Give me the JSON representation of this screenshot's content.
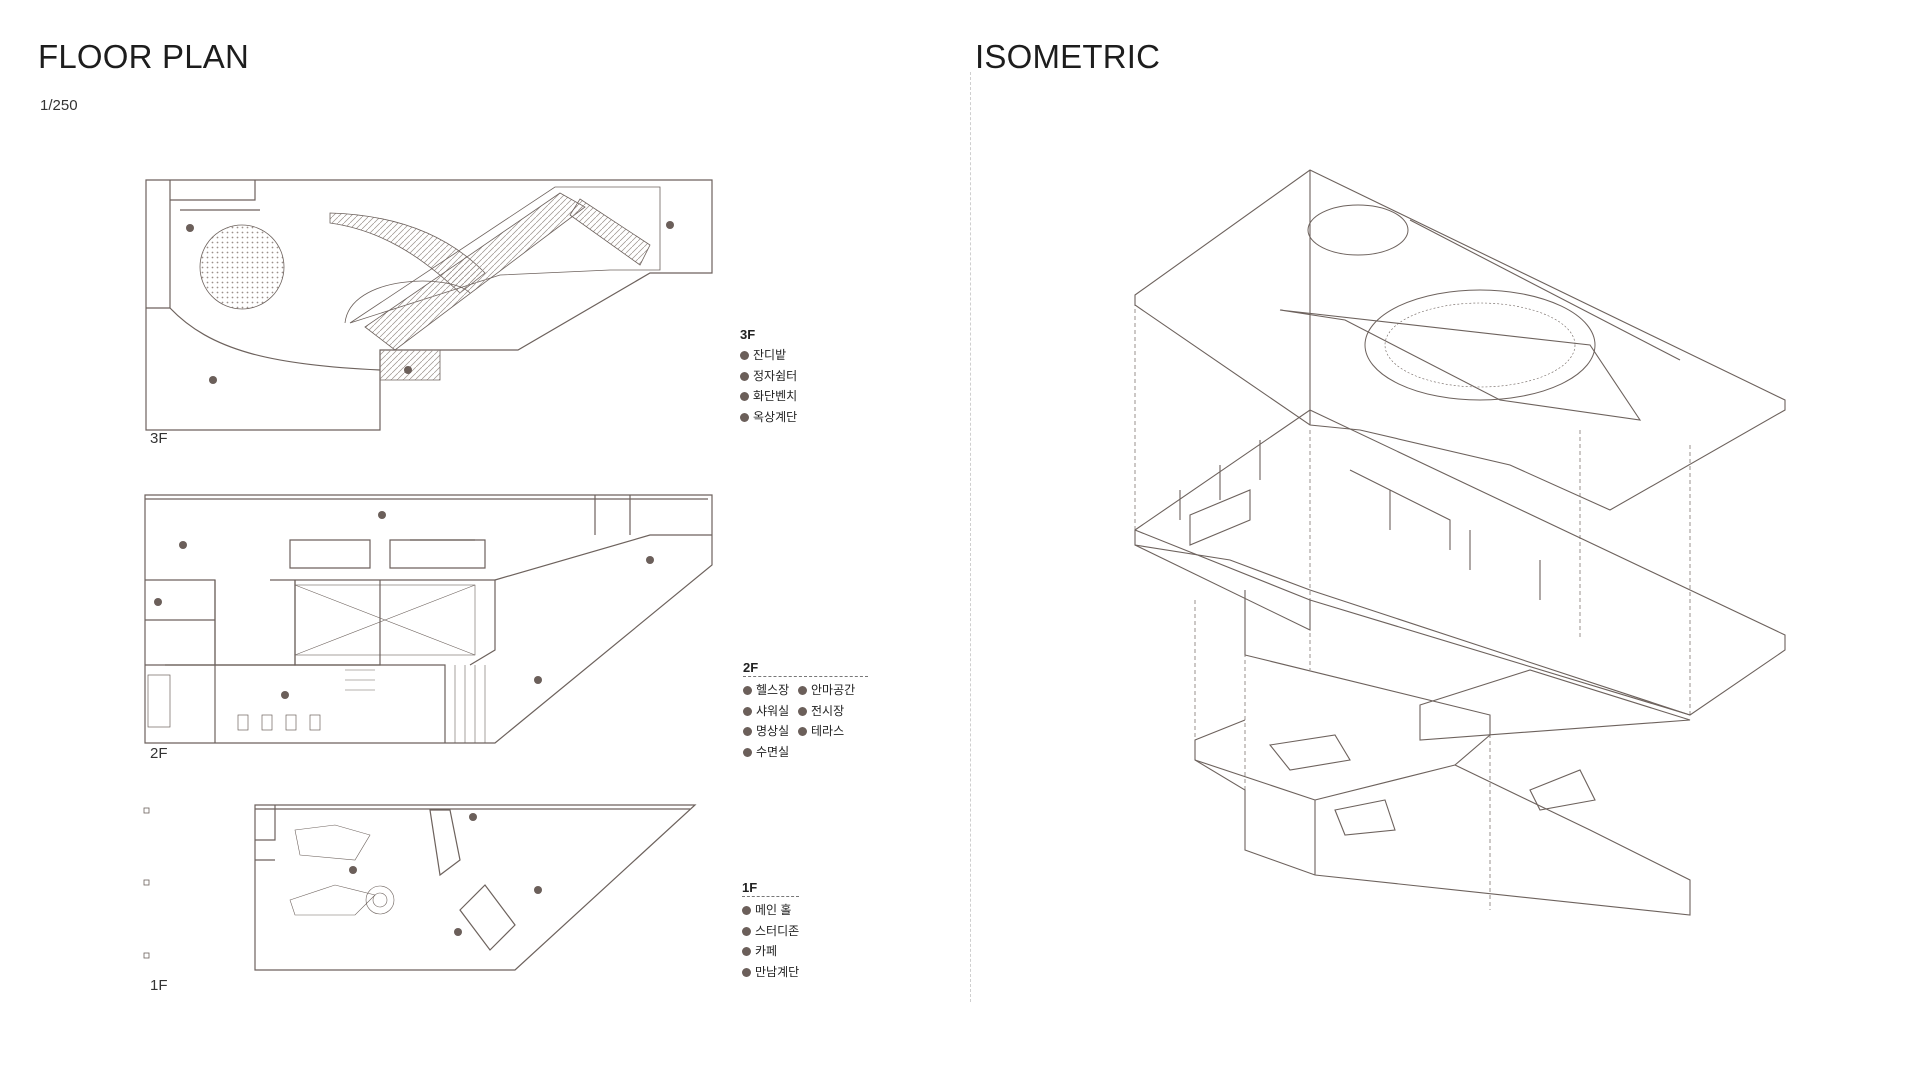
{
  "titles": {
    "floor_plan": "FLOOR PLAN",
    "isometric": "ISOMETRIC",
    "scale": "1/250"
  },
  "floors": {
    "f3": {
      "label": "3F",
      "legend_title": "3F",
      "items": [
        "잔디밭",
        "정자쉼터",
        "화단벤치",
        "옥상계단"
      ]
    },
    "f2": {
      "label": "2F",
      "legend_title": "2F",
      "items": [
        "헬스장",
        "안마공간",
        "샤워실",
        "전시장",
        "명상실",
        "테라스",
        "수면실"
      ]
    },
    "f1": {
      "label": "1F",
      "legend_title": "1F",
      "items": [
        "메인 홀",
        "스터디존",
        "카페",
        "만남계단"
      ]
    }
  },
  "colors": {
    "line": "#6d625d",
    "dot": "#6b5f5a",
    "text": "#1d1d1d"
  }
}
